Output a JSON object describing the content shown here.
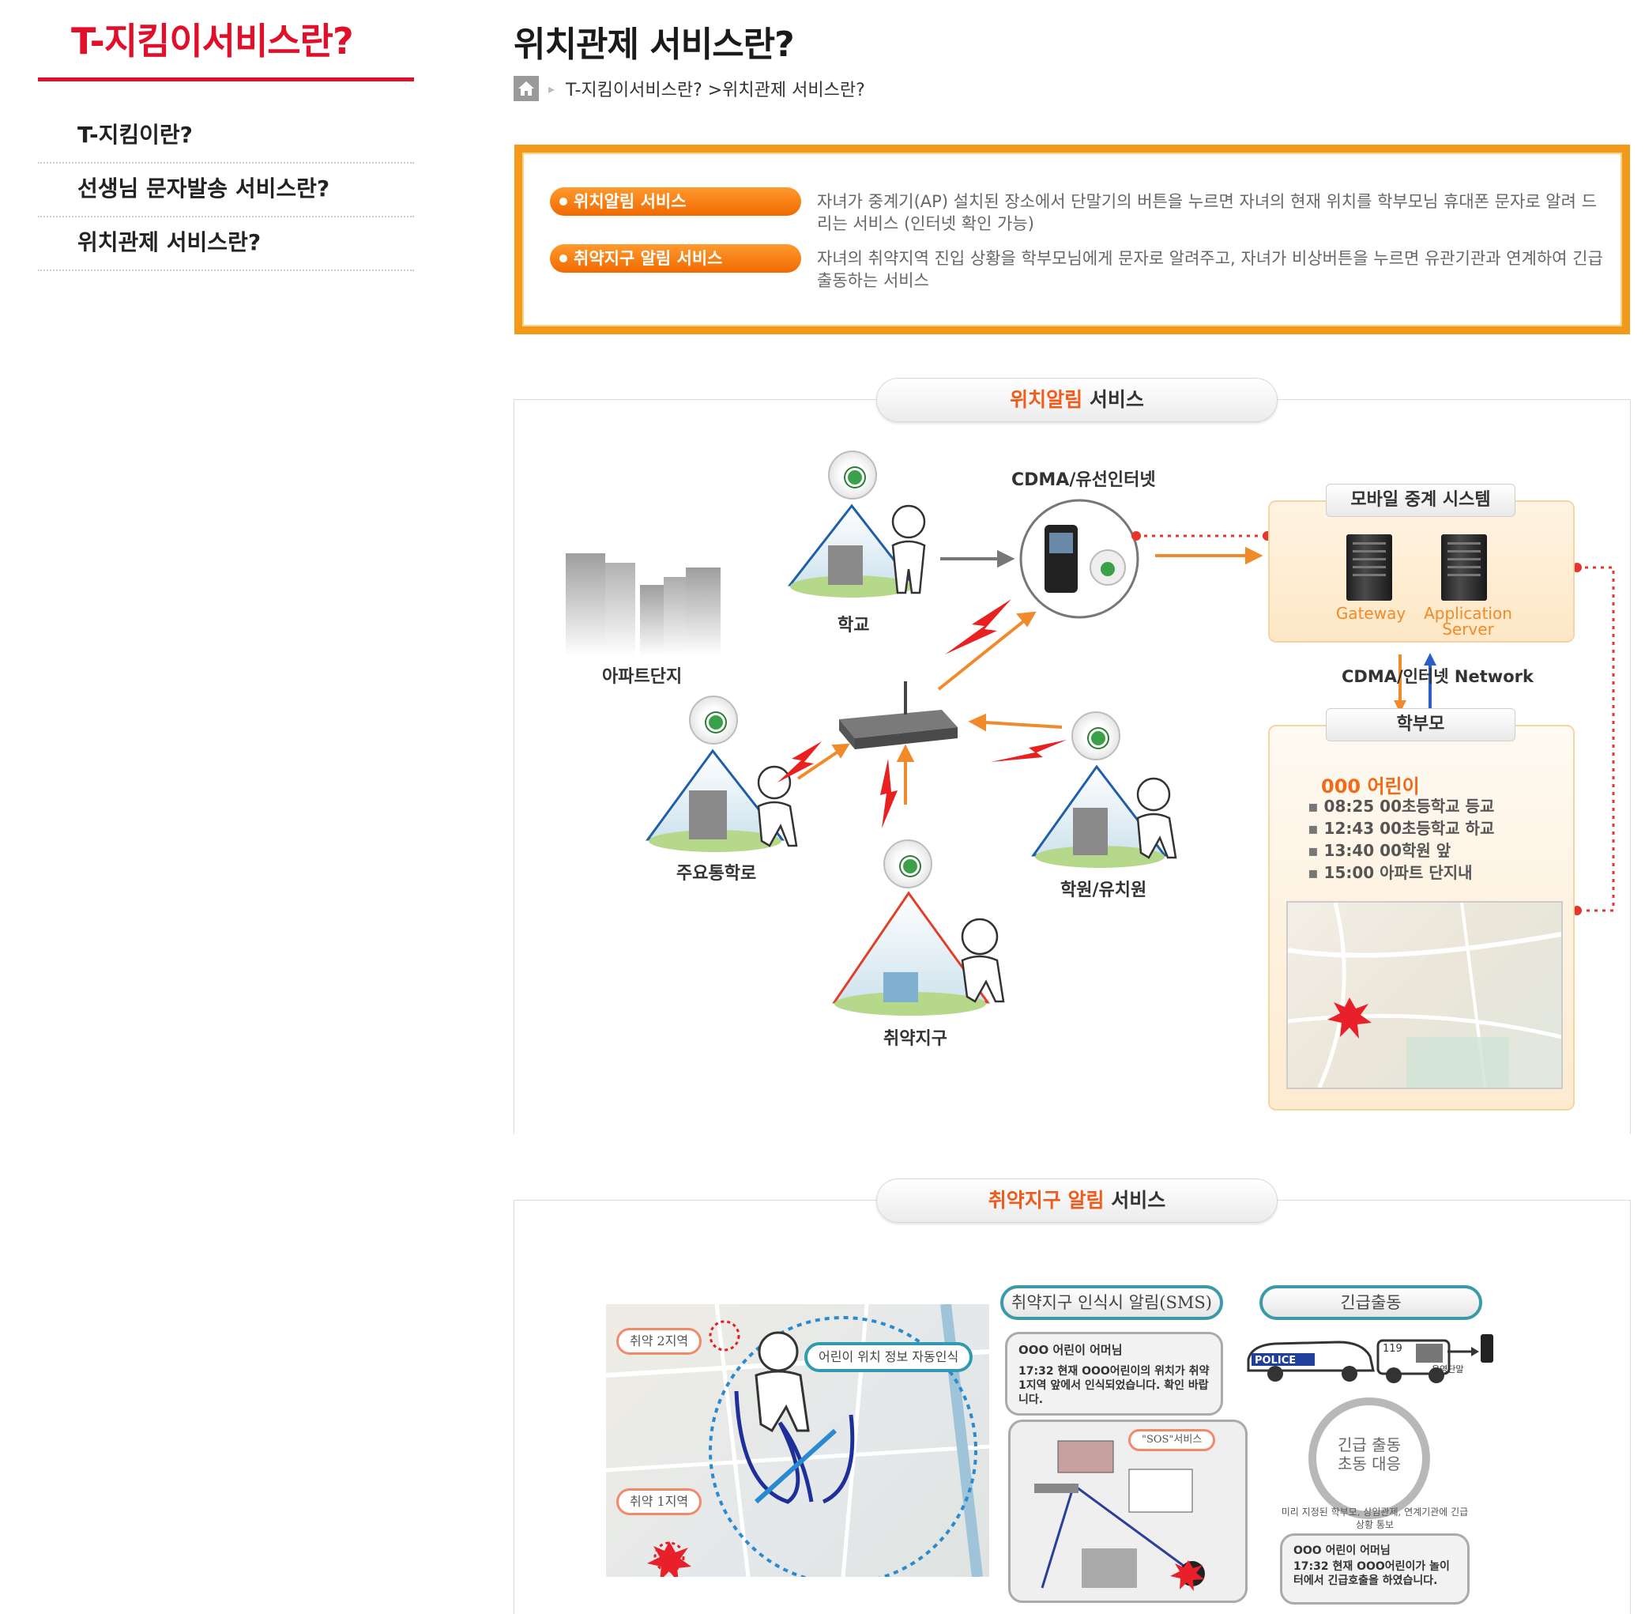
{
  "sidebar": {
    "title": "T-지킴이서비스란?",
    "items": [
      {
        "label": "T-지킴이란?"
      },
      {
        "label": "선생님 문자발송 서비스란?"
      },
      {
        "label": "위치관제 서비스란?"
      }
    ]
  },
  "header": {
    "title": "위치관제 서비스란?",
    "breadcrumb": "T-지킴이서비스란? >위치관제 서비스란?"
  },
  "services": [
    {
      "name": "위치알림 서비스",
      "desc": "자녀가 중계기(AP) 설치된 장소에서 단말기의 버튼을 누르면 자녀의 현재 위치를 학부모님 휴대폰 문자로 알려 드리는 서비스 (인터넷 확인 가능)"
    },
    {
      "name": "취약지구 알림 서비스",
      "desc": "자녀의 취약지역 진입 상황을 학부모님에게 문자로 알려주고, 자녀가 비상버튼을 누르면 유관기관과 연계하여 긴급 출동하는 서비스"
    }
  ],
  "section1": {
    "title_highlight": "위치알림",
    "title_rest": " 서비스",
    "labels": {
      "apartment": "아파트단지",
      "school": "학교",
      "cdma": "CDMA/유선인터넷",
      "route": "주요통학로",
      "academy": "학원/유치원",
      "danger": "취약지구",
      "relay": "모바일 중계 시스템",
      "gateway": "Gateway",
      "app_server_1": "Application",
      "app_server_2": "Server",
      "network": "CDMA/인터넷 Network",
      "parents": "학부모"
    },
    "child_name": "000 어린이",
    "log": [
      "08:25 00초등학교 등교",
      "12:43 00초등학교 하교",
      "13:40 00학원 앞",
      "15:00 아파트 단지내"
    ]
  },
  "section2": {
    "title_highlight": "취약지구 알림",
    "title_rest": " 서비스",
    "zone2": "취약 2지역",
    "zone1": "취약 1지역",
    "auto_detect": "어린이 위치 정보 자동인식",
    "sms_head": "취약지구 인식시 알림(SMS)",
    "sms_msg_1": "OOO 어린이 어머님",
    "sms_msg_2": "17:32 현재 OOO어린이의 위치가 취약 1지역 앞에서 인식되었습니다. 확인 바랍니다.",
    "sos": "\"SOS\"서비스",
    "emergency_head": "긴급출동",
    "police": "POLICE",
    "num119": "119",
    "ops_terminal": "운영단말",
    "em_ring_1": "긴급 출동",
    "em_ring_2": "초동 대응",
    "em_note": "미리 지정된 학부모, 상임관제, 연계기관에 긴급상황 통보",
    "em_msg_1": "OOO 어린이 어머님",
    "em_msg_2": "17:32 현재 OOO어린이가 놀이터에서 긴급호출을 하였습니다."
  }
}
